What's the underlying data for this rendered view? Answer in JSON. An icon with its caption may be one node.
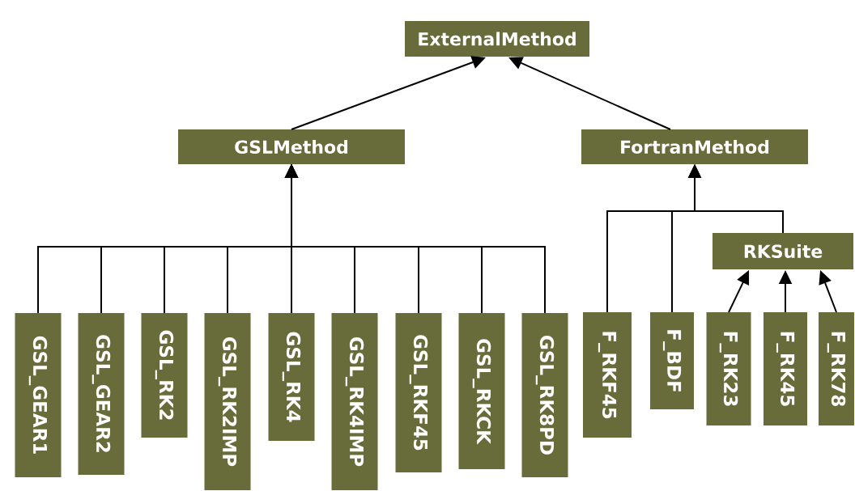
{
  "diagram": {
    "nodes": [
      {
        "text": [
          "ExternalMethod"
        ]
      },
      {
        "text": [
          "GSLMethod"
        ]
      },
      {
        "text": [
          "FortranMethod"
        ]
      },
      {
        "text": [
          "RKSuite"
        ]
      },
      {
        "text": [
          "GSL_GEAR1"
        ]
      },
      {
        "text": [
          "GSL_GEAR2"
        ]
      },
      {
        "text": [
          "GSL_RK2"
        ]
      },
      {
        "text": [
          "GSL_RK2IMP"
        ]
      },
      {
        "text": [
          "GSL_RK4"
        ]
      },
      {
        "text": [
          "GSL_RK4IMP"
        ]
      },
      {
        "text": [
          "GSL_RKF45"
        ]
      },
      {
        "text": [
          "GSL_RKCK"
        ]
      },
      {
        "text": [
          "GSL_RK8PD"
        ]
      },
      {
        "text": [
          "F_RKF45"
        ]
      },
      {
        "text": [
          "F_BDF"
        ]
      },
      {
        "text": [
          "F_RK23"
        ]
      },
      {
        "text": [
          "F_RK45"
        ]
      },
      {
        "text": [
          "F_RK78"
        ]
      }
    ],
    "edges": [
      {
        "from": 1,
        "to": 0,
        "arrow": "to"
      },
      {
        "from": 2,
        "to": 0,
        "arrow": "to"
      },
      {
        "from": 4,
        "to": 1,
        "arrow": "to"
      },
      {
        "from": 5,
        "to": 1,
        "arrow": "to"
      },
      {
        "from": 6,
        "to": 1,
        "arrow": "to"
      },
      {
        "from": 7,
        "to": 1,
        "arrow": "to"
      },
      {
        "from": 8,
        "to": 1,
        "arrow": "to"
      },
      {
        "from": 9,
        "to": 1,
        "arrow": "to"
      },
      {
        "from": 10,
        "to": 1,
        "arrow": "to"
      },
      {
        "from": 11,
        "to": 1,
        "arrow": "to"
      },
      {
        "from": 12,
        "to": 1,
        "arrow": "to"
      },
      {
        "from": 13,
        "to": 2,
        "arrow": "to"
      },
      {
        "from": 14,
        "to": 2,
        "arrow": "to"
      },
      {
        "from": 3,
        "to": 2,
        "arrow": "to"
      },
      {
        "from": 15,
        "to": 3,
        "arrow": "to"
      },
      {
        "from": 16,
        "to": 3,
        "arrow": "to"
      },
      {
        "from": 17,
        "to": 3,
        "arrow": "to"
      }
    ]
  }
}
